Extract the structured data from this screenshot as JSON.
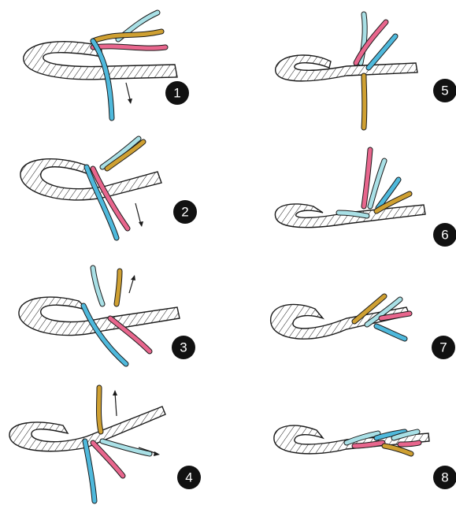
{
  "figure": {
    "steps": [
      {
        "number": "1"
      },
      {
        "number": "2"
      },
      {
        "number": "3"
      },
      {
        "number": "4"
      },
      {
        "number": "5"
      },
      {
        "number": "6"
      },
      {
        "number": "7"
      },
      {
        "number": "8"
      }
    ],
    "colors": {
      "background": "#ffffff",
      "rope": "#ffffff",
      "outline": "#1a1a1a",
      "badge": "#111111",
      "badge_text": "#ffffff",
      "strand_blue": "#4fb9dc",
      "strand_pink": "#e8668d",
      "strand_gold": "#cfa032",
      "strand_lightblue": "#a9e0e6"
    }
  }
}
